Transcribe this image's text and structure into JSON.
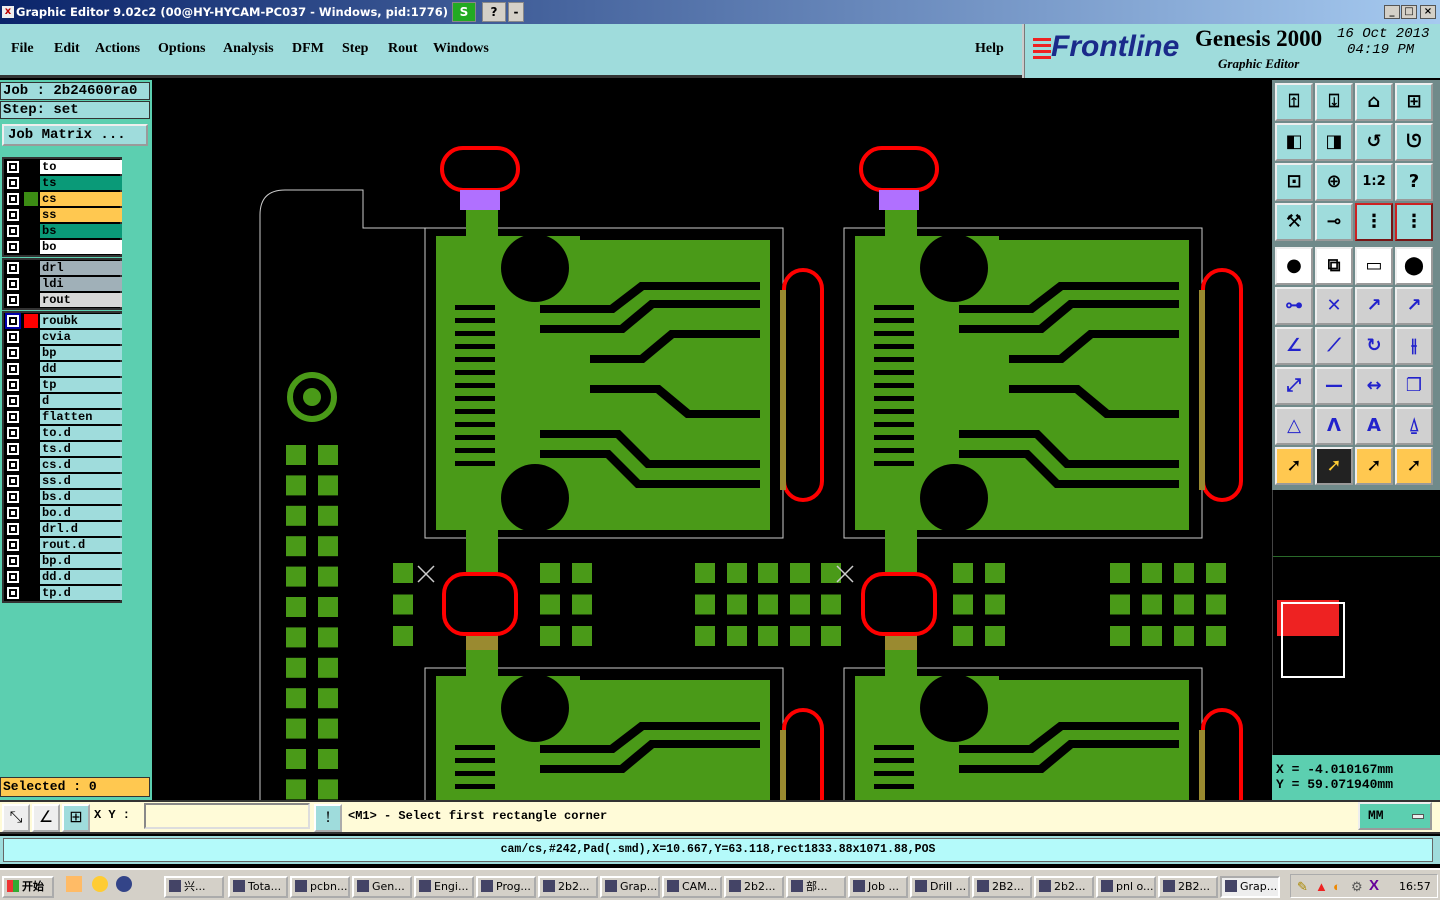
{
  "window": {
    "title": "Graphic Editor 9.02c2 (00@HY-HYCAM-PC037 - Windows, pid:1776)",
    "tray_buttons": [
      "S",
      "?",
      "-"
    ]
  },
  "menu": {
    "items": [
      "File",
      "Edit",
      "Actions",
      "Options",
      "Analysis",
      "DFM",
      "Step",
      "Rout",
      "Windows"
    ],
    "help": "Help"
  },
  "logo": {
    "brand": "Frontline",
    "product": "Genesis 2000",
    "subtitle": "Graphic Editor",
    "date": "16 Oct 2013",
    "time": "04:19 PM"
  },
  "left": {
    "job": "Job : 2b24600ra0",
    "step": "Step: set",
    "job_matrix": "Job Matrix ...",
    "layer_groups": [
      [
        {
          "name": "to",
          "color": "#ffffff"
        },
        {
          "name": "ts",
          "color": "#0a9a78"
        },
        {
          "name": "cs",
          "color": "#ffc850",
          "swatch": "#3c8c14"
        },
        {
          "name": "ss",
          "color": "#ffc850"
        },
        {
          "name": "bs",
          "color": "#0a9a78"
        },
        {
          "name": "bo",
          "color": "#ffffff"
        }
      ],
      [
        {
          "name": "drl",
          "color": "#a0b0b8"
        },
        {
          "name": "ldi",
          "color": "#a0b0b8"
        },
        {
          "name": "rout",
          "color": "#d8d8d8"
        }
      ],
      [
        {
          "name": "roubk",
          "color": "#9fdcdc",
          "swatch": "#ff0000",
          "active": true
        },
        {
          "name": "cvia",
          "color": "#9fdcdc"
        },
        {
          "name": "bp",
          "color": "#9fdcdc"
        },
        {
          "name": "dd",
          "color": "#9fdcdc"
        },
        {
          "name": "tp",
          "color": "#9fdcdc"
        },
        {
          "name": "d",
          "color": "#9fdcdc"
        },
        {
          "name": "flatten",
          "color": "#9fdcdc"
        },
        {
          "name": "to.d",
          "color": "#9fdcdc"
        },
        {
          "name": "ts.d",
          "color": "#9fdcdc"
        },
        {
          "name": "cs.d",
          "color": "#9fdcdc"
        },
        {
          "name": "ss.d",
          "color": "#9fdcdc"
        },
        {
          "name": "bs.d",
          "color": "#9fdcdc"
        },
        {
          "name": "bo.d",
          "color": "#9fdcdc"
        },
        {
          "name": "drl.d",
          "color": "#9fdcdc"
        },
        {
          "name": "rout.d",
          "color": "#9fdcdc"
        },
        {
          "name": "bp.d",
          "color": "#9fdcdc"
        },
        {
          "name": "dd.d",
          "color": "#9fdcdc"
        },
        {
          "name": "tp.d",
          "color": "#9fdcdc"
        }
      ]
    ],
    "selected": "Selected : 0"
  },
  "toolbar": {
    "buttons": [
      {
        "icon": "export-icon",
        "glyph": "⍐"
      },
      {
        "icon": "import-icon",
        "glyph": "⍗"
      },
      {
        "icon": "home-icon",
        "glyph": "⌂"
      },
      {
        "icon": "grid-xy-icon",
        "glyph": "⊞"
      },
      {
        "icon": "pan-left-icon",
        "glyph": "◧"
      },
      {
        "icon": "pan-right-icon",
        "glyph": "◨"
      },
      {
        "icon": "undo-view-icon",
        "glyph": "↺"
      },
      {
        "icon": "snake-icon",
        "glyph": "ᘎ"
      },
      {
        "icon": "zoom-fit-icon",
        "glyph": "⊡"
      },
      {
        "icon": "zoom-center-icon",
        "glyph": "⊕"
      },
      {
        "icon": "scale-icon",
        "glyph": "1:2"
      },
      {
        "icon": "help-icon",
        "glyph": "?"
      },
      {
        "icon": "tools-icon",
        "glyph": "⚒"
      },
      {
        "icon": "snap-icon",
        "glyph": "⊸"
      },
      {
        "icon": "netlist-icon",
        "glyph": "⋮"
      },
      {
        "icon": "netlist-alt-icon",
        "glyph": "⋮"
      },
      {
        "icon": "add-pad-icon",
        "glyph": "●"
      },
      {
        "icon": "copy-icon",
        "glyph": "⧉"
      },
      {
        "icon": "ruler-icon",
        "glyph": "▭"
      },
      {
        "icon": "pad-icon",
        "glyph": "⬤"
      },
      {
        "icon": "connect-icon",
        "glyph": "⊶"
      },
      {
        "icon": "delete-icon",
        "glyph": "✕"
      },
      {
        "icon": "move-icon",
        "glyph": "↗"
      },
      {
        "icon": "move-same-icon",
        "glyph": "↗"
      },
      {
        "icon": "rotate-icon",
        "glyph": "∠"
      },
      {
        "icon": "line-icon",
        "glyph": "⟋"
      },
      {
        "icon": "arc-icon",
        "glyph": "↻"
      },
      {
        "icon": "mirror-icon",
        "glyph": "⫲"
      },
      {
        "icon": "resize-icon",
        "glyph": "⤢"
      },
      {
        "icon": "break-icon",
        "glyph": "—"
      },
      {
        "icon": "measure-icon",
        "glyph": "↔"
      },
      {
        "icon": "merge-icon",
        "glyph": "❐"
      },
      {
        "icon": "shape-a-icon",
        "glyph": "△"
      },
      {
        "icon": "shape-b-icon",
        "glyph": "Λ"
      },
      {
        "icon": "shape-c-icon",
        "glyph": "A"
      },
      {
        "icon": "shape-d-icon",
        "glyph": "⍙"
      },
      {
        "icon": "select-icon",
        "glyph": "➚"
      },
      {
        "icon": "select-rect-icon",
        "glyph": "➚"
      },
      {
        "icon": "select-poly-icon",
        "glyph": "➚"
      },
      {
        "icon": "select-net-icon",
        "glyph": "➚"
      }
    ]
  },
  "coords": {
    "x": "X  =  -4.010167mm",
    "y": "Y  =  59.071940mm"
  },
  "command": {
    "xy_label": "X Y :",
    "xy_value": "",
    "prompt": "<M1> - Select first rectangle corner",
    "units": "MM"
  },
  "info": "cam/cs,#242,Pad(.smd),X=10.667,Y=63.118,rect1833.88x1071.88,POS",
  "taskbar": {
    "start": "开始",
    "tasks": [
      "兴...",
      "Tota...",
      "pcbn...",
      "Gen...",
      "Engi...",
      "Prog...",
      "2b2...",
      "Grap...",
      "CAM...",
      "2b2...",
      "部...",
      "Job ...",
      "Drill ...",
      "2B2...",
      "2b2...",
      "pnl o...",
      "2B2...",
      "Grap..."
    ],
    "clock": "16:57"
  },
  "colors": {
    "copper": "#4a9a18",
    "rout": "#ff0000",
    "selected": "#b070ff"
  }
}
